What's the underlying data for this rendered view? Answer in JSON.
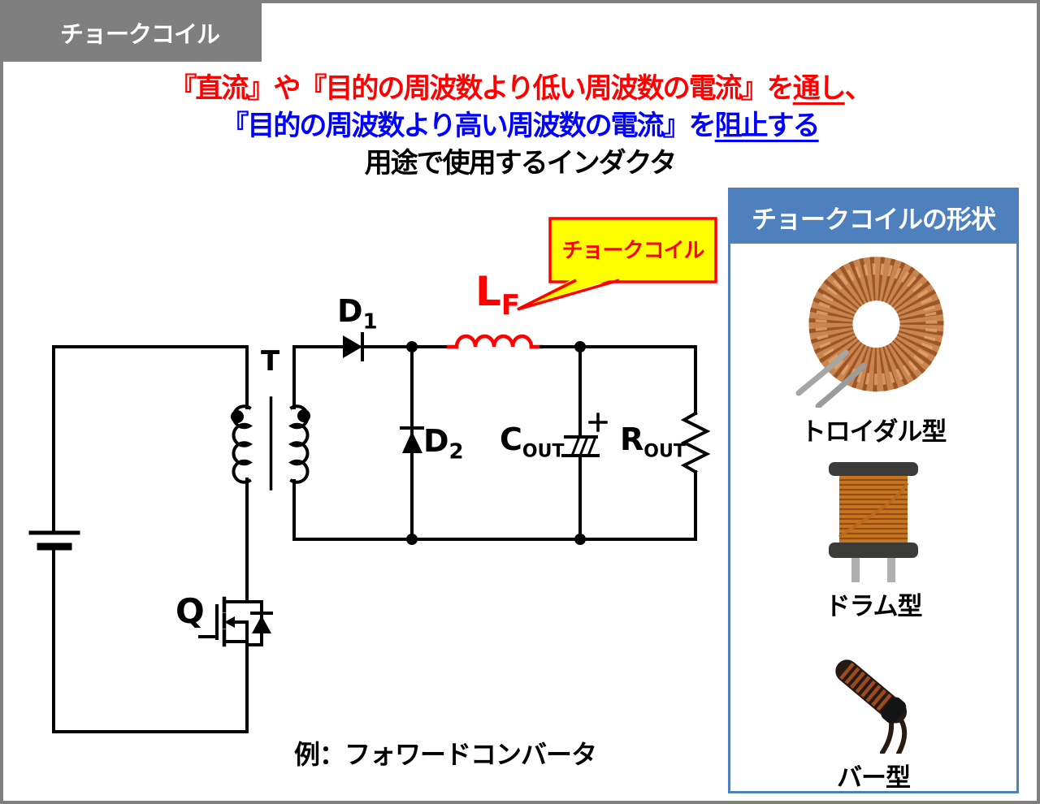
{
  "header": {
    "title": "チョークコイル",
    "bg_color": "#7F7F7F",
    "text_color": "#FFFFFF"
  },
  "heading": {
    "line1": {
      "pre": "『直流』や『目的の周波数より低い周波数の電流』を",
      "underlined": "通し",
      "post": "、",
      "color": "#FF0000"
    },
    "line2": {
      "pre": "『目的の周波数より高い周波数の電流』を",
      "underlined": "阻止する",
      "post": "",
      "color": "#0000FF"
    },
    "line3": {
      "text": "用途で使用するインダクタ",
      "color": "#000000"
    }
  },
  "callout": {
    "label": "チョークコイル",
    "bg_color": "#FFFF00",
    "border_color": "#FF0000",
    "text_color": "#FF0000"
  },
  "circuit": {
    "labels": {
      "transformer": "T",
      "switch": "Q",
      "d1": {
        "main": "D",
        "sub": "1"
      },
      "d2": {
        "main": "D",
        "sub": "2"
      },
      "lf": {
        "main": "L",
        "sub": "F"
      },
      "cout": {
        "main": "C",
        "sub": "OUT"
      },
      "rout": {
        "main": "R",
        "sub": "OUT"
      }
    },
    "caption": "例：フォワードコンバータ",
    "wire_color": "#000000",
    "choke_inductor_color": "#FF0000"
  },
  "sidebar": {
    "title": "チョークコイルの形状",
    "header_bg": "#4E80BD",
    "border_color": "#4E80BD",
    "items": [
      {
        "label": "トロイダル型",
        "icon": "toroidal-coil-photo"
      },
      {
        "label": "ドラム型",
        "icon": "drum-coil-photo"
      },
      {
        "label": "バー型",
        "icon": "bar-coil-photo"
      }
    ]
  }
}
